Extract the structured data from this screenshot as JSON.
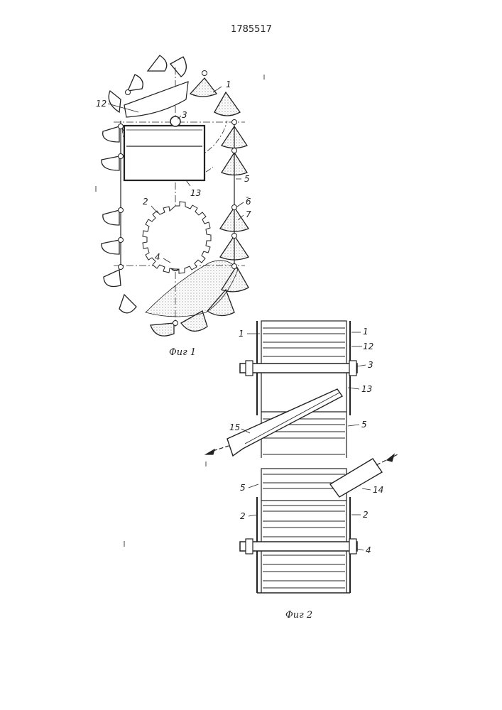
{
  "document": {
    "patent_number": "1785517"
  },
  "figures": {
    "fig1": {
      "caption": "Фиг 1",
      "labels": {
        "l1": "1",
        "l2": "2",
        "l3": "3",
        "l4": "4",
        "l5": "5",
        "l6": "6",
        "l7": "7",
        "l12": "12",
        "l13": "13"
      }
    },
    "fig2": {
      "caption": "Фиг 2",
      "labels": {
        "l1a": "1",
        "l1b": "1",
        "l12": "12",
        "l3": "3",
        "l13": "13",
        "l15": "15",
        "l5a": "5",
        "l5b": "5",
        "l14": "14",
        "l2a": "2",
        "l2b": "2",
        "l4": "4"
      }
    }
  },
  "colors": {
    "ink": "#222222",
    "paper": "#ffffff",
    "stipple": "#9a9a9a"
  }
}
